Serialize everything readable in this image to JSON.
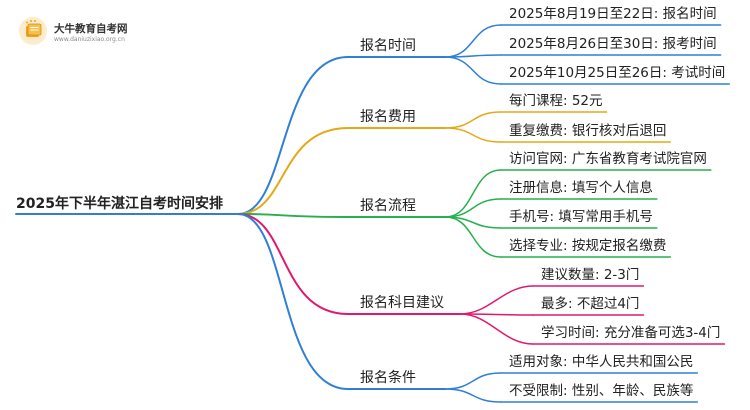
{
  "logo": {
    "name": "大牛教育自考网",
    "url": "www.daniuzixiao.org.cn",
    "icon": "book-logo-icon"
  },
  "root": {
    "label": "2025年下半年湛江自考时间安排"
  },
  "branches": [
    {
      "label": "报名时间",
      "color": "#2f7fd6",
      "leaves": [
        "2025年8月19日至22日: 报名时间",
        "2025年8月26日至30日: 报考时间",
        "2025年10月25日至26日: 考试时间"
      ]
    },
    {
      "label": "报名费用",
      "color": "#e6a817",
      "leaves": [
        "每门课程: 52元",
        "重复缴费: 银行核对后退回"
      ]
    },
    {
      "label": "报名流程",
      "color": "#27b04d",
      "leaves": [
        "访问官网: 广东省教育考试院官网",
        "注册信息: 填写个人信息",
        "手机号: 填写常用手机号",
        "选择专业: 按规定报名缴费"
      ]
    },
    {
      "label": "报名科目建议",
      "color": "#e0186e",
      "leaves": [
        "建议数量: 2-3门",
        "最多: 不超过4门",
        "学习时间: 充分准备可选3-4门"
      ]
    },
    {
      "label": "报名条件",
      "color": "#2f7fd6",
      "leaves": [
        "适用对象: 中华人民共和国公民",
        "不受限制: 性别、年龄、民族等"
      ]
    }
  ]
}
